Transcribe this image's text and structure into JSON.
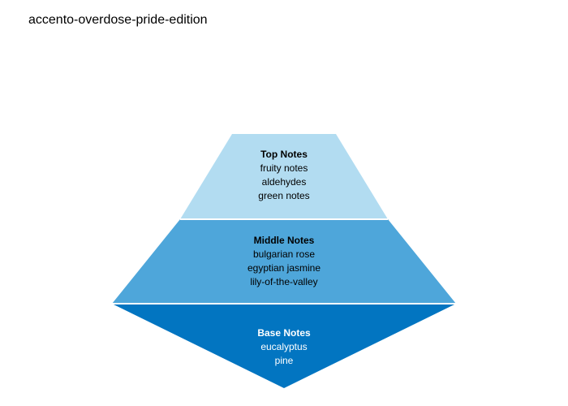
{
  "page": {
    "title": "accento-overdose-pride-edition"
  },
  "colors": {
    "top": "#b2dcf1",
    "middle": "#4ea6da",
    "base": "#0275c1",
    "separator": "#ffffff"
  },
  "pyramid": {
    "tiers": [
      {
        "name": "Top Notes",
        "notes": [
          "fruity notes",
          "aldehydes",
          "green notes"
        ]
      },
      {
        "name": "Middle Notes",
        "notes": [
          "bulgarian rose",
          "egyptian jasmine",
          "lily-of-the-valley"
        ]
      },
      {
        "name": "Base Notes",
        "notes": [
          "eucalyptus",
          "pine"
        ]
      }
    ]
  }
}
